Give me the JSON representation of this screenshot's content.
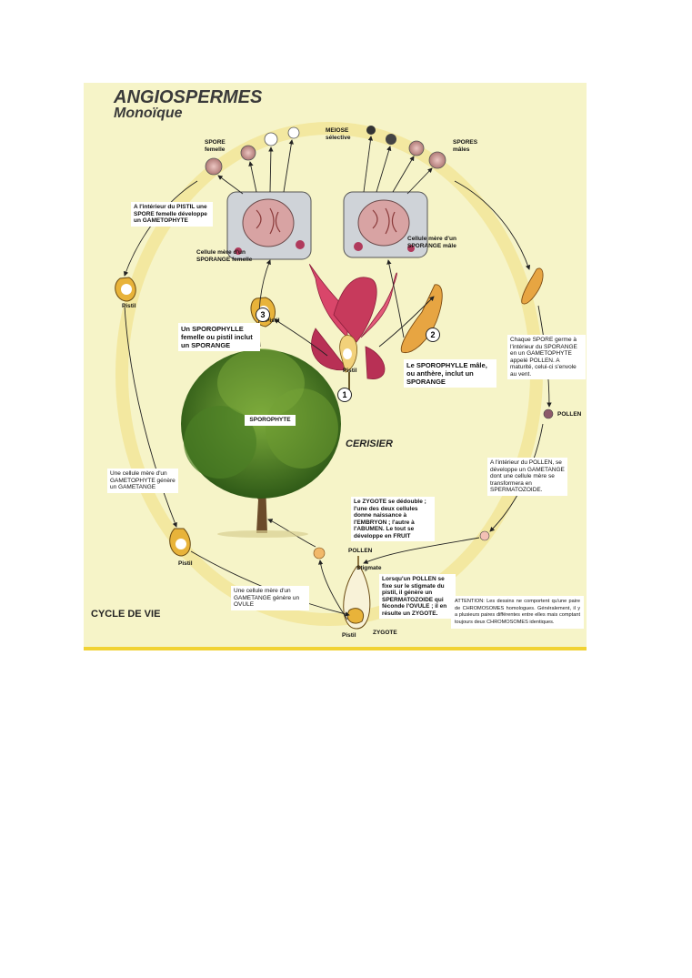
{
  "diagram": {
    "title": "ANGIOSPERMES",
    "subtitle": "Monoïque",
    "cycle_label": "CYCLE DE VIE",
    "plant_name": "CERISIER",
    "tree_label": "SPOROPHYTE",
    "step_numbers": [
      "1",
      "2",
      "3"
    ],
    "labels": {
      "spore_femelle": "SPORE femelle",
      "meiose": "MEIOSE sélective",
      "spores_males": "SPORES mâles",
      "pistil_interieur": "A l'intérieur du PISTIL une SPORE femelle développe un GAMETOPHYTE",
      "cellule_mere_femelle": "Cellule mère d'un SPORANGE femelle",
      "cellule_mere_male": "Cellule mère d'un SPORANGE mâle",
      "sporophylle_femelle": "Un SPOROPHYLLE femelle ou pistil inclut un SPORANGE",
      "sporophylle_male": "Le SPOROPHYLLE mâle, ou anthère, inclut un SPORANGE",
      "spore_germe": "Chaque SPORE germe à l'intérieur du SPORANGE en un GAMETOPHYTE appelé POLLEN. A maturité, celui-ci s'envole au vent.",
      "pollen": "POLLEN",
      "pollen_2": "POLLEN",
      "pollen_interieur": "A l'intérieur du POLLEN, se développe un GAMETANGE dont une cellule mère se transformera en SPERMATOZOIDE.",
      "gametophyte_gametange": "Une cellule mère d'un GAMETOPHYTE génère un GAMETANGE",
      "zygote_dedouble": "Le ZYGOTE se dédouble ; l'une des deux cellules donne naissance à l'EMBRYON ; l'autre à l'ABUMEN. Le tout se développe en FRUIT",
      "stigmate": "Stigmate",
      "pollen_fixe": "Lorsqu'un POLLEN se fixe sur le stigmate du pistil, il génère un SPERMATOZOIDE qui féconde l'OVULE ; il en résulte un ZYGOTE.",
      "gametange_ovule": "Une cellule mère d'un GAMETANGE génère un OVULE",
      "zygote": "ZYGOTE",
      "pistil_1": "Pistil",
      "pistil_2": "Pistil",
      "pistil_3": "Pistil",
      "pistil_4": "Pistil",
      "pistil_5": "Pistil"
    },
    "attention_note": "ATTENTION: Les dessins ne comportent qu'une paire de CHROMOSOMES homologues. Généralement, il y a plusieurs paires différentes entre elles mais comptant toujours deux CHROMOSOMES identiques."
  },
  "colors": {
    "background": "#f6f4c8",
    "cycle_ring": "#f3e8a0",
    "petal": "#d9466a",
    "leaf": "#5a8d2a",
    "cell": "#c98a86"
  }
}
